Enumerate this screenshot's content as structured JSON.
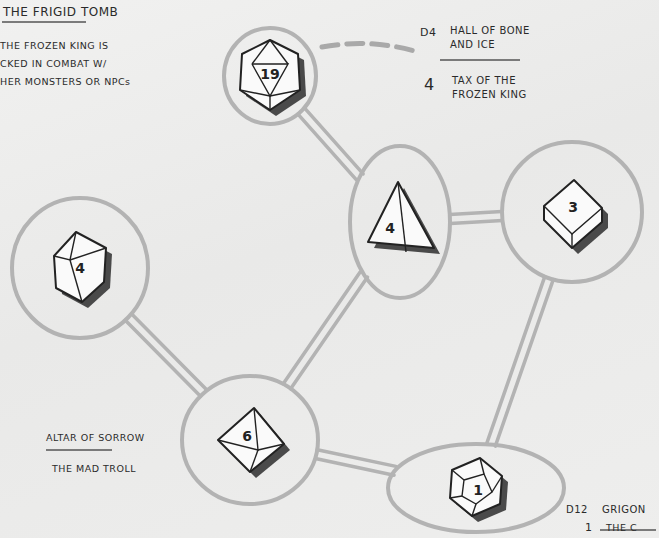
{
  "diagram": {
    "nodes": [
      {
        "text": [
          "19"
        ]
      },
      {
        "text": [
          "4"
        ]
      },
      {
        "text": [
          "3"
        ]
      },
      {
        "text": [
          "4"
        ]
      },
      {
        "text": [
          "6"
        ]
      },
      {
        "text": [
          "1"
        ]
      }
    ],
    "edges": [
      {
        "from": 0,
        "to": 1,
        "arrow": "none"
      },
      {
        "from": 1,
        "to": 2,
        "arrow": "none"
      },
      {
        "from": 1,
        "to": 4,
        "arrow": "none"
      },
      {
        "from": 3,
        "to": 4,
        "arrow": "none"
      },
      {
        "from": 4,
        "to": 5,
        "arrow": "none"
      },
      {
        "from": 2,
        "to": 5,
        "arrow": "none"
      }
    ],
    "labels": [
      "THE FRIGID TOMB",
      "THE FROZEN KING IS",
      "CKED IN COMBAT W/",
      "HER MONSTERS OR NPCs",
      "D4",
      "HALL OF BONE AND ICE",
      "4",
      "TAX OF THE FROZEN KING",
      "ALTAR OF SORROW",
      "THE MAD TROLL",
      "D12",
      "GRIGON",
      "1",
      "THE C"
    ]
  }
}
